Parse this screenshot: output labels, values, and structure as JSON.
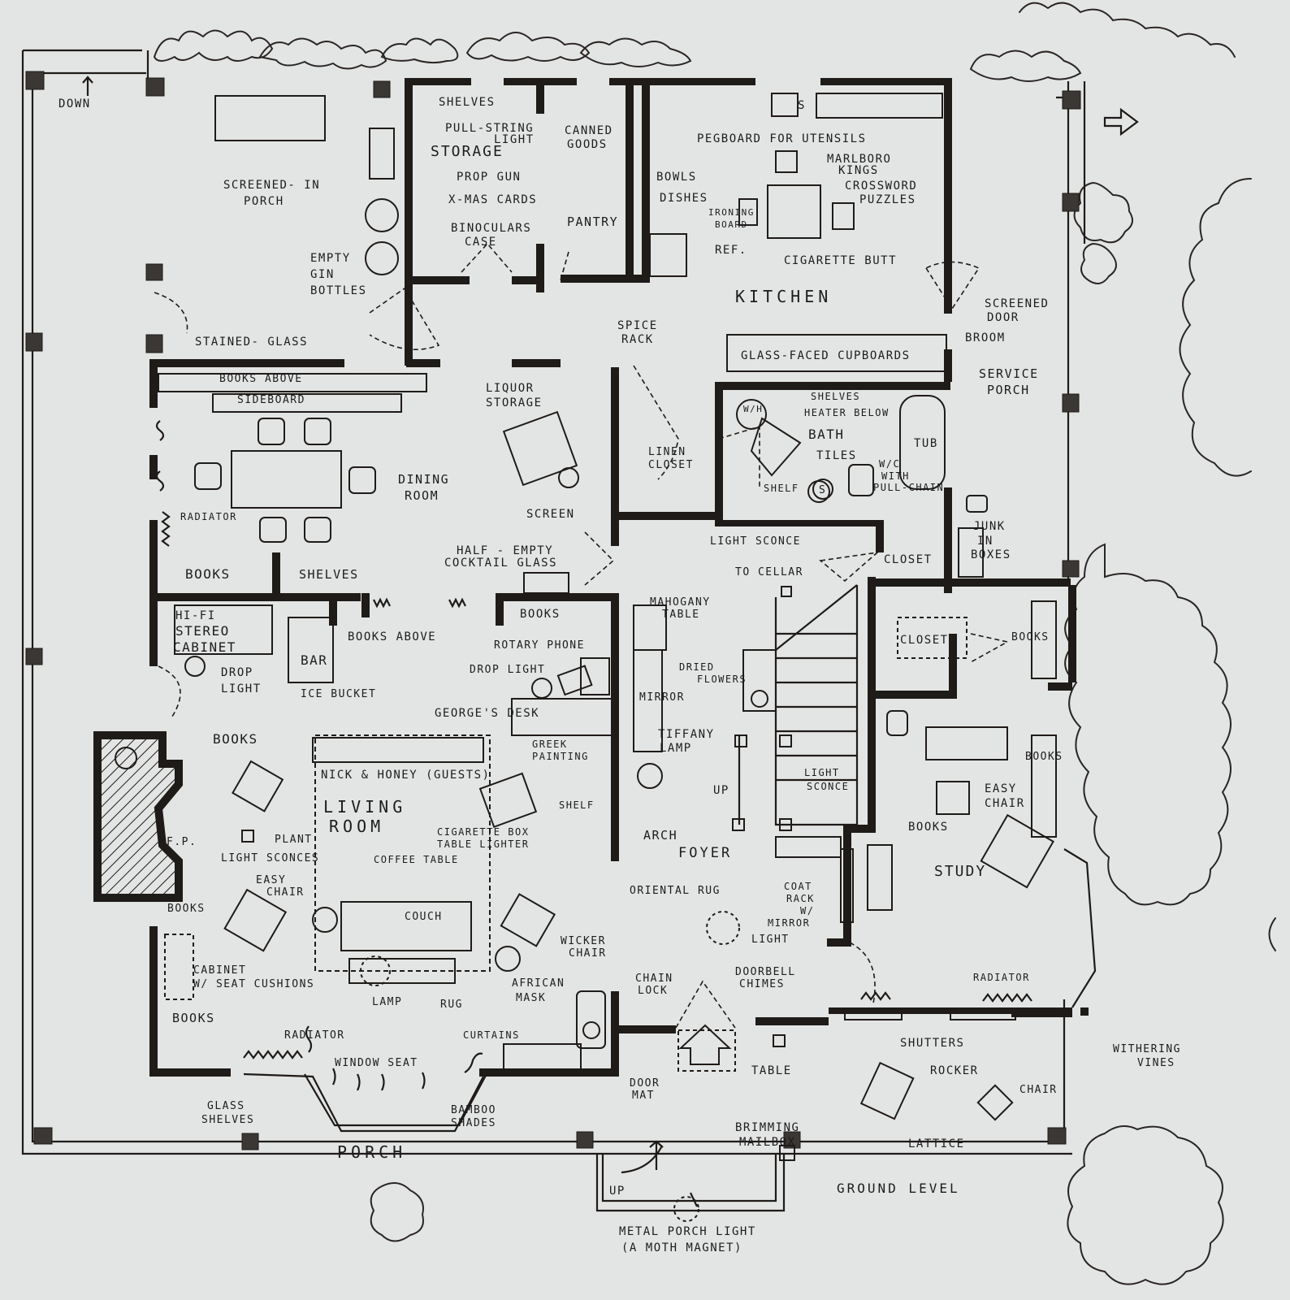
{
  "plan": {
    "rooms": {
      "screened_porch": [
        "SCREENED- IN",
        "PORCH"
      ],
      "storage": "STORAGE",
      "pantry": "PANTRY",
      "kitchen": "KITCHEN",
      "dining_room": [
        "DINING",
        "ROOM"
      ],
      "living_room": [
        "LIVING",
        "ROOM"
      ],
      "foyer": "FOYER",
      "study": "STUDY",
      "bath": "BATH",
      "porch": "PORCH",
      "service_porch": [
        "SERVICE",
        "PORCH"
      ],
      "closet_kitchen": "CLOSET",
      "closet_study": "CLOSET",
      "linen_closet": [
        "LINEN",
        "CLOSET"
      ]
    },
    "labels": {
      "down": "DOWN",
      "empty_gin": [
        "EMPTY",
        "GIN",
        "BOTTLES"
      ],
      "stained_glass": "STAINED- GLASS",
      "shelves_storage": "SHELVES",
      "pull_string": [
        "PULL-STRING",
        "LIGHT"
      ],
      "prop_gun": "PROP GUN",
      "xmas_cards": "X-MAS CARDS",
      "binoculars": [
        "BINOCULARS",
        "CASE"
      ],
      "canned_goods": [
        "CANNED",
        "GOODS"
      ],
      "bowls": "BOWLS",
      "dishes": "DISHES",
      "ironing_board": [
        "IRONING",
        "BOARD"
      ],
      "ref": "REF.",
      "pegboard": "PEGBOARD FOR UTENSILS",
      "marlboro": [
        "MARLBORO",
        "KINGS"
      ],
      "crossword": [
        "CROSSWORD",
        "PUZZLES"
      ],
      "cigarette_butt": "CIGARETTE BUTT",
      "screened_door": [
        "SCREENED",
        "DOOR"
      ],
      "broom": "BROOM",
      "spice_rack": [
        "SPICE",
        "RACK"
      ],
      "glass_cupboards": "GLASS-FACED CUPBOARDS",
      "wh": "W/H",
      "shelves_bath": "SHELVES",
      "heater_below": "HEATER BELOW",
      "tub": "TUB",
      "tiles": "TILES",
      "wc": [
        "W/C",
        "WITH",
        "PULL-CHAIN"
      ],
      "shelf_bath": "SHELF",
      "s_sink": "S",
      "s_kitchen": "S",
      "books_above_dining": "BOOKS ABOVE",
      "sideboard": "SIDEBOARD",
      "liquor_storage": [
        "LIQUOR",
        "STORAGE"
      ],
      "radiator_dining": "RADIATOR",
      "books_dining": "BOOKS",
      "shelves_dining": "SHELVES",
      "screen": "SCREEN",
      "half_empty": [
        "HALF - EMPTY",
        "COCKTAIL GLASS"
      ],
      "light_sconce_top": "LIGHT SCONCE",
      "to_cellar": "TO CELLAR",
      "junk": [
        "JUNK",
        "IN",
        "BOXES"
      ],
      "hifi": [
        "HI-FI",
        "STEREO",
        "CABINET"
      ],
      "books_above_bar": "BOOKS ABOVE",
      "bar": "BAR",
      "drop_light_bar": [
        "DROP",
        "LIGHT"
      ],
      "ice_bucket": "ICE BUCKET",
      "books_desk": "BOOKS",
      "rotary_phone": "ROTARY PHONE",
      "drop_light_desk": "DROP LIGHT",
      "georges_desk": "GEORGE'S DESK",
      "greek_painting": [
        "GREEK",
        "PAINTING"
      ],
      "shelf_living": "SHELF",
      "mahogany": [
        "MAHOGANY",
        "TABLE"
      ],
      "dried_flowers": [
        "DRIED",
        "FLOWERS"
      ],
      "mirror": "MIRROR",
      "tiffany": [
        "TIFFANY",
        "LAMP"
      ],
      "up_stair": "UP",
      "light_sconce_stair": [
        "LIGHT",
        "SCONCE"
      ],
      "arch": "ARCH",
      "books_study_top": "BOOKS",
      "books_study_mid": "BOOKS",
      "easy_chair_study": [
        "EASY",
        "CHAIR"
      ],
      "books_study_low": "BOOKS",
      "books_fp": "BOOKS",
      "fp": "F.P.",
      "plant": "PLANT",
      "light_sconces": "LIGHT SCONCES",
      "nick_honey": "NICK & HONEY (GUESTS)",
      "cigarette_box": [
        "CIGARETTE BOX",
        "TABLE LIGHTER"
      ],
      "coffee_table": "COFFEE TABLE",
      "easy_chair_living": [
        "EASY",
        "CHAIR"
      ],
      "books_living_left": "BOOKS",
      "couch": "COUCH",
      "wicker_chair": [
        "WICKER",
        "CHAIR"
      ],
      "african_mask": [
        "AFRICAN",
        "MASK"
      ],
      "cabinet": [
        "CABINET",
        "W/ SEAT CUSHIONS"
      ],
      "lamp": "LAMP",
      "rug": "RUG",
      "books_low": "BOOKS",
      "radiator_living": "RADIATOR",
      "window_seat": "WINDOW SEAT",
      "curtains": "CURTAINS",
      "glass_shelves": [
        "GLASS",
        "SHELVES"
      ],
      "bamboo": [
        "BAMBOO",
        "SHADES"
      ],
      "oriental_rug": "ORIENTAL RUG",
      "coat_rack": [
        "COAT",
        "RACK",
        "W/",
        "MIRROR"
      ],
      "light_foyer": "LIGHT",
      "chain_lock": [
        "CHAIN",
        "LOCK"
      ],
      "doorbell": [
        "DOORBELL",
        "CHIMES"
      ],
      "radiator_study": "RADIATOR",
      "shutters": "SHUTTERS",
      "rocker": "ROCKER",
      "chair": "CHAIR",
      "table_porch": "TABLE",
      "door_mat": [
        "DOOR",
        "MAT"
      ],
      "brimming_mailbox": [
        "BRIMMING",
        "MAILBOX"
      ],
      "lattice": "LATTICE",
      "withering_vines": [
        "WITHERING",
        "VINES"
      ],
      "ground_level": "GROUND LEVEL",
      "up_porch": "UP",
      "porch_light": [
        "METAL PORCH LIGHT",
        "(A MOTH MAGNET)"
      ]
    }
  }
}
